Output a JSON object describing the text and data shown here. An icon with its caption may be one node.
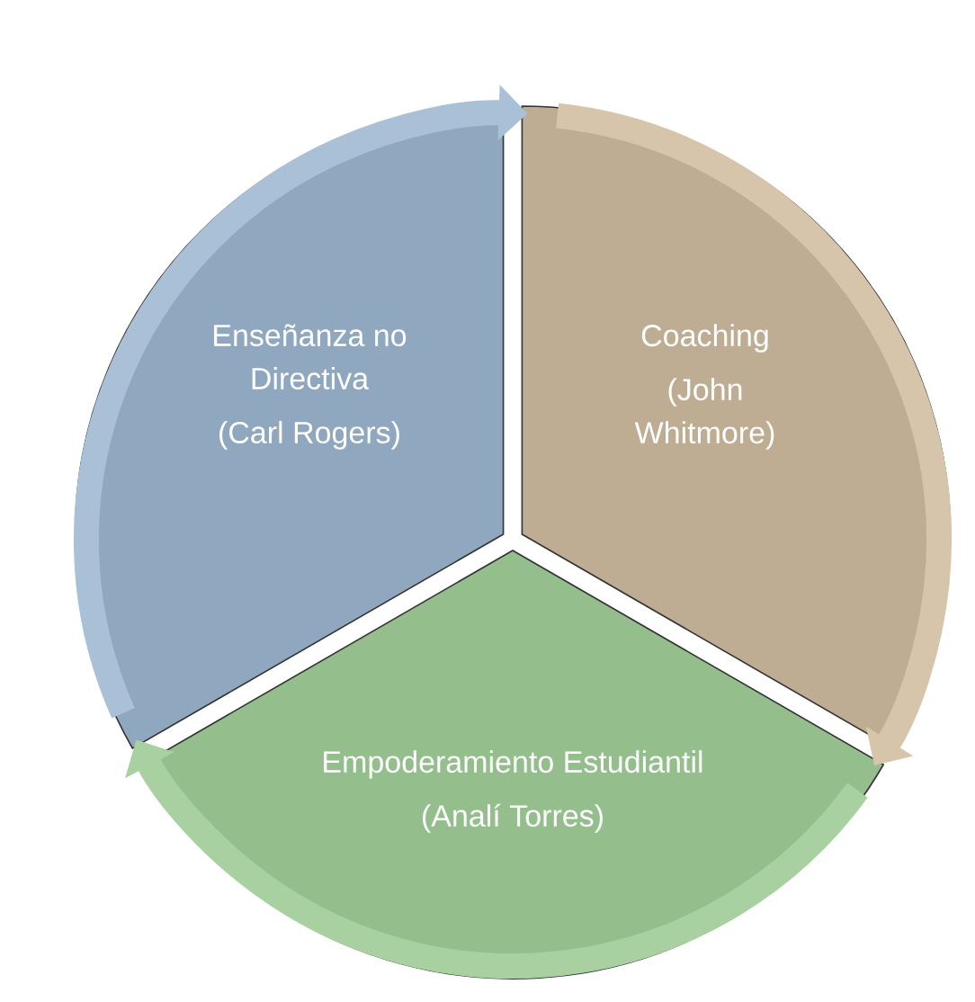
{
  "diagram": {
    "nodes": [
      {
        "text": [
          "Enseñanza no Directiva",
          "(Carl Rogers)"
        ]
      },
      {
        "text": [
          "Coaching",
          "(John Whitmore)"
        ]
      },
      {
        "text": [
          "Empoderamiento Estudiantil",
          "(Analí Torres)"
        ]
      }
    ],
    "edges": [
      {
        "from": 0,
        "to": 1,
        "arrow": "to",
        "color": "#a9c0d6"
      },
      {
        "from": 1,
        "to": 2,
        "arrow": "to",
        "color": "#d6c5ab"
      },
      {
        "from": 2,
        "to": 0,
        "arrow": "to",
        "color": "#a8d0a0"
      }
    ]
  }
}
